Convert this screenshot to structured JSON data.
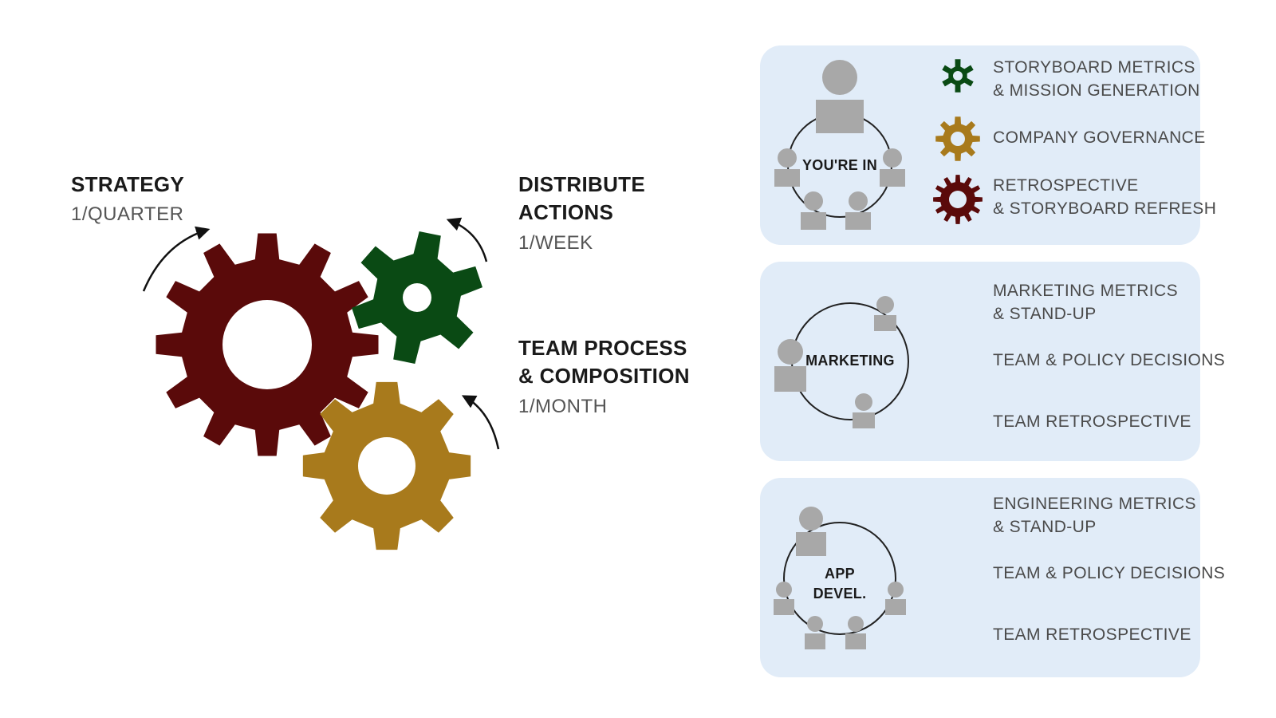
{
  "colors": {
    "maroon": "#5a0a0a",
    "green": "#0a4a14",
    "gold": "#a87a1c",
    "panel_bg": "#e1ecf8",
    "person_gray": "#a8a8a8"
  },
  "cycles": [
    {
      "id": "strategy",
      "title_lines": [
        "STRATEGY"
      ],
      "frequency": "1/QUARTER",
      "gear_color": "maroon"
    },
    {
      "id": "distribute",
      "title_lines": [
        "DISTRIBUTE",
        "ACTIONS"
      ],
      "frequency": "1/WEEK",
      "gear_color": "green"
    },
    {
      "id": "team",
      "title_lines": [
        "TEAM PROCESS",
        "& COMPOSITION"
      ],
      "frequency": "1/MONTH",
      "gear_color": "gold"
    }
  ],
  "panels": [
    {
      "id": "youre-in",
      "title_lines": [
        "YOU'RE IN"
      ],
      "items": [
        {
          "gear_color": "green",
          "lines": [
            "STORYBOARD METRICS",
            "& MISSION GENERATION"
          ]
        },
        {
          "gear_color": "gold",
          "lines": [
            "COMPANY GOVERNANCE"
          ]
        },
        {
          "gear_color": "maroon",
          "lines": [
            "RETROSPECTIVE",
            "& STORYBOARD REFRESH"
          ]
        }
      ]
    },
    {
      "id": "marketing",
      "title_lines": [
        "MARKETING"
      ],
      "items": [
        {
          "gear_color": "green",
          "lines": [
            "MARKETING METRICS",
            "& STAND-UP"
          ]
        },
        {
          "gear_color": "gold",
          "lines": [
            "TEAM & POLICY DECISIONS"
          ]
        },
        {
          "gear_color": "maroon",
          "lines": [
            "TEAM RETROSPECTIVE"
          ]
        }
      ]
    },
    {
      "id": "app-devel",
      "title_lines": [
        "APP",
        "DEVEL."
      ],
      "items": [
        {
          "gear_color": "green",
          "lines": [
            "ENGINEERING METRICS",
            "& STAND-UP"
          ]
        },
        {
          "gear_color": "gold",
          "lines": [
            "TEAM & POLICY DECISIONS"
          ]
        },
        {
          "gear_color": "maroon",
          "lines": [
            "TEAM RETROSPECTIVE"
          ]
        }
      ]
    }
  ]
}
